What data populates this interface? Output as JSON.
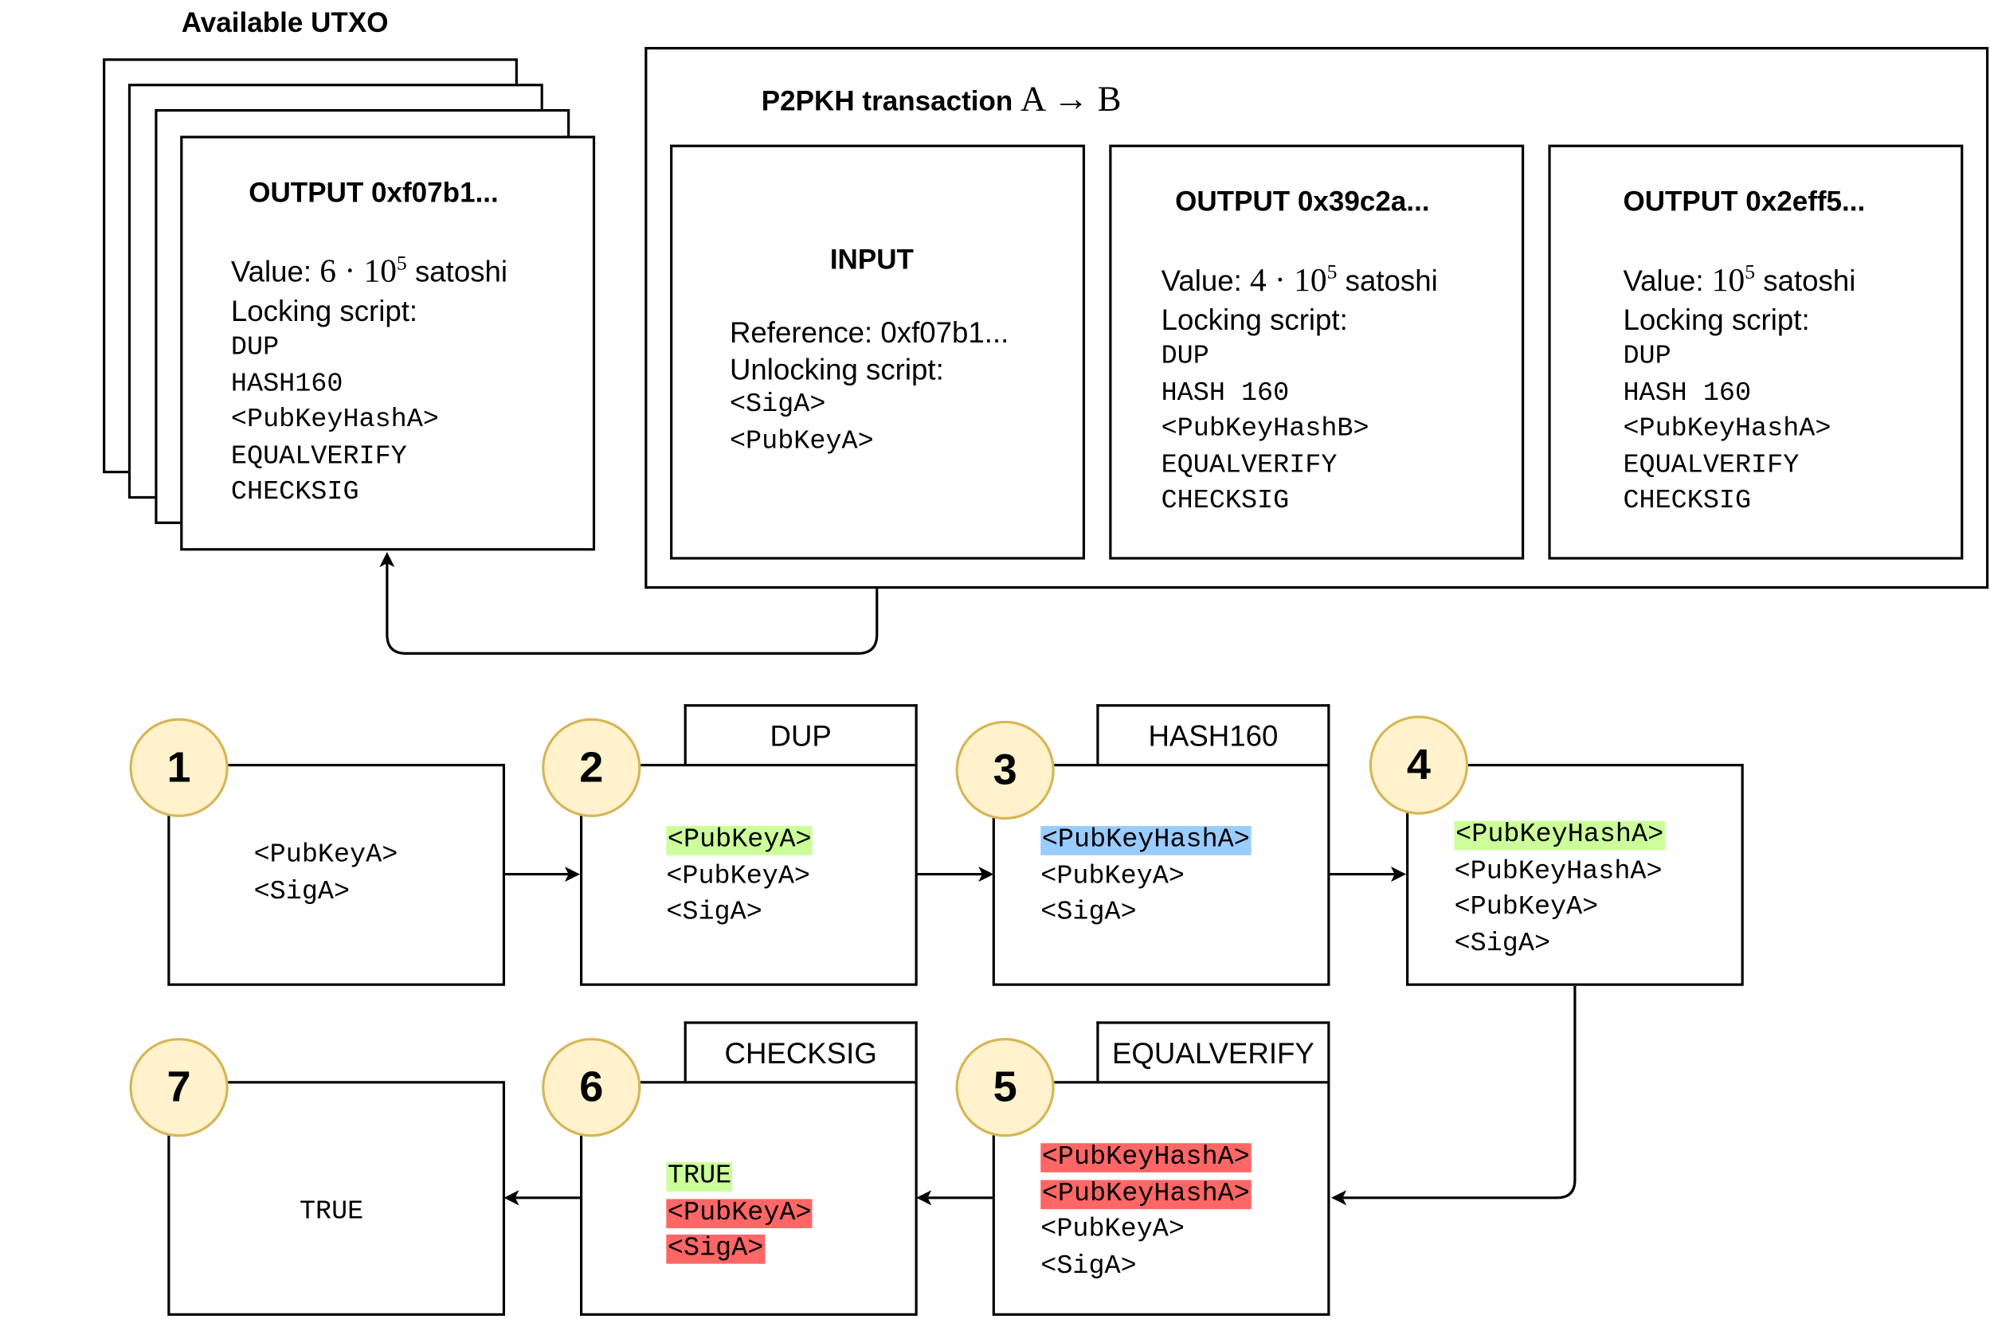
{
  "utxo": {
    "title": "Available UTXO",
    "output": {
      "title": "OUTPUT 0xf07b1...",
      "value_label": "Value: ",
      "value_math_base": "6 · 10",
      "value_math_exp": "5",
      "value_unit": " satoshi",
      "locking_label": "Locking script:",
      "script": [
        "DUP",
        "HASH160",
        "<PubKeyHashA>",
        "EQUALVERIFY",
        "CHECKSIG"
      ]
    }
  },
  "transaction": {
    "title_text": "P2PKH transaction ",
    "title_math": "A → B",
    "input": {
      "title": "INPUT",
      "reference": "Reference: 0xf07b1...",
      "unlocking_label": "Unlocking script:",
      "script": [
        "<SigA>",
        "<PubKeyA>"
      ]
    },
    "output1": {
      "title": "OUTPUT 0x39c2a...",
      "value_label": "Value: ",
      "value_math_base": "4 · 10",
      "value_math_exp": "5",
      "value_unit": " satoshi",
      "locking_label": "Locking script:",
      "script": [
        "DUP",
        "HASH 160",
        "<PubKeyHashB>",
        "EQUALVERIFY",
        "CHECKSIG"
      ]
    },
    "output2": {
      "title": "OUTPUT 0x2eff5...",
      "value_label": "Value: ",
      "value_math_base": "10",
      "value_math_exp": "5",
      "value_unit": " satoshi",
      "locking_label": "Locking script:",
      "script": [
        "DUP",
        "HASH 160",
        "<PubKeyHashA>",
        "EQUALVERIFY",
        "CHECKSIG"
      ]
    }
  },
  "colors": {
    "highlight_green": "#ccff99",
    "highlight_blue": "#99ccff",
    "highlight_red": "#ff6666",
    "step_circle_fill": "#fff2cc",
    "step_circle_stroke": "#d6b656"
  },
  "steps": [
    {
      "number": "1",
      "op": "",
      "stack": [
        {
          "text": "<PubKeyA>"
        },
        {
          "text": "<SigA>"
        }
      ]
    },
    {
      "number": "2",
      "op": "DUP",
      "stack": [
        {
          "text": "<PubKeyA>",
          "highlight": "green"
        },
        {
          "text": "<PubKeyA>"
        },
        {
          "text": "<SigA>"
        }
      ]
    },
    {
      "number": "3",
      "op": "HASH160",
      "stack": [
        {
          "text": "<PubKeyHashA>",
          "highlight": "blue"
        },
        {
          "text": "<PubKeyA>"
        },
        {
          "text": "<SigA>"
        }
      ]
    },
    {
      "number": "4",
      "op": "",
      "stack": [
        {
          "text": "<PubKeyHashA>",
          "highlight": "green"
        },
        {
          "text": "<PubKeyHashA>"
        },
        {
          "text": "<PubKeyA>"
        },
        {
          "text": "<SigA>"
        }
      ]
    },
    {
      "number": "5",
      "op": "EQUALVERIFY",
      "stack": [
        {
          "text": "<PubKeyHashA>",
          "highlight": "red"
        },
        {
          "text": "<PubKeyHashA>",
          "highlight": "red"
        },
        {
          "text": "<PubKeyA>"
        },
        {
          "text": "<SigA>"
        }
      ]
    },
    {
      "number": "6",
      "op": "CHECKSIG",
      "stack": [
        {
          "text": "TRUE",
          "highlight": "green"
        },
        {
          "text": "<PubKeyA>",
          "highlight": "red"
        },
        {
          "text": "<SigA>",
          "highlight": "red"
        }
      ]
    },
    {
      "number": "7",
      "op": "",
      "stack": [
        {
          "text": "TRUE"
        }
      ]
    }
  ]
}
